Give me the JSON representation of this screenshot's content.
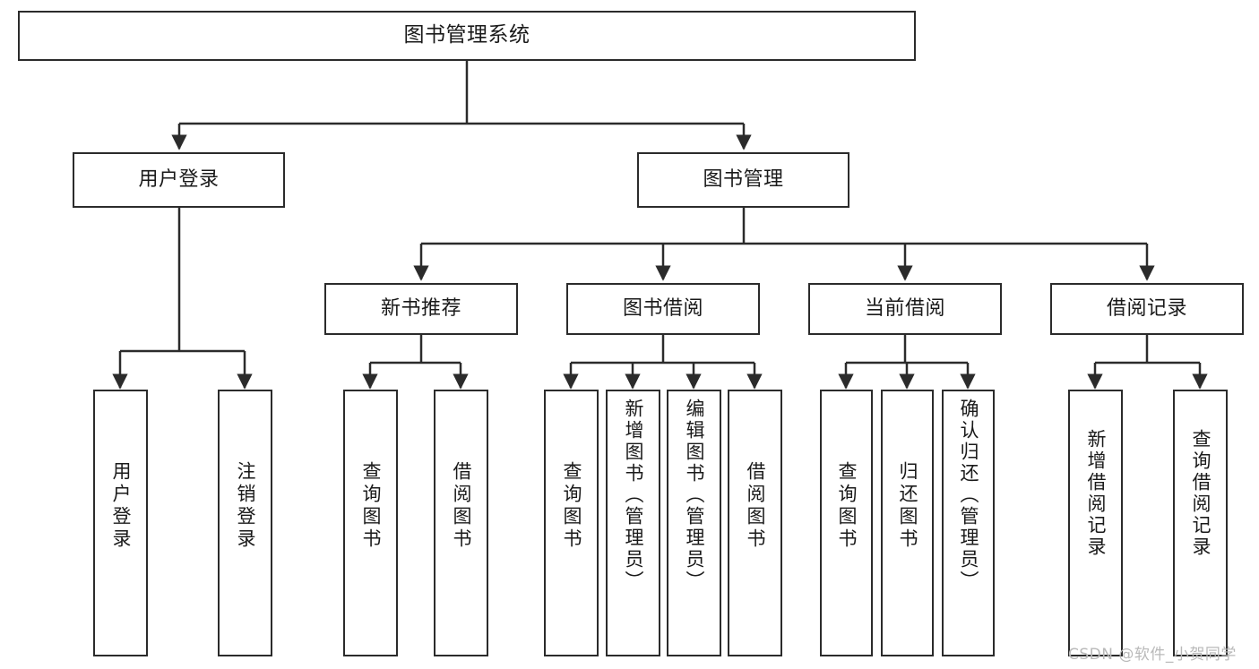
{
  "diagram": {
    "title": "图书管理系统",
    "root": {
      "label": "图书管理系统"
    },
    "branches": [
      {
        "label": "用户登录"
      },
      {
        "label": "图书管理"
      }
    ],
    "categories": [
      {
        "label": "新书推荐"
      },
      {
        "label": "图书借阅"
      },
      {
        "label": "当前借阅"
      },
      {
        "label": "借阅记录"
      }
    ],
    "leaves": {
      "user_login": [
        {
          "label": "用户登录"
        },
        {
          "label": "注销登录"
        }
      ],
      "new_book": [
        {
          "label": "查询图书"
        },
        {
          "label": "借阅图书"
        }
      ],
      "borrow_book": [
        {
          "label": "查询图书"
        },
        {
          "label": "新增图书（管理员）"
        },
        {
          "label": "编辑图书（管理员）"
        },
        {
          "label": "借阅图书"
        }
      ],
      "current_borrow": [
        {
          "label": "查询图书"
        },
        {
          "label": "归还图书"
        },
        {
          "label": "确认归还（管理员）"
        }
      ],
      "borrow_record": [
        {
          "label": "新增借阅记录"
        },
        {
          "label": "查询借阅记录"
        }
      ]
    }
  },
  "watermark": {
    "text": "CSDN @软件_小贺同学"
  },
  "colors": {
    "border": "#2b2b2b",
    "edge": "#2b2b2b",
    "text": "#1a1a1a",
    "background": "#ffffff",
    "watermark": "#b9b9b9"
  }
}
